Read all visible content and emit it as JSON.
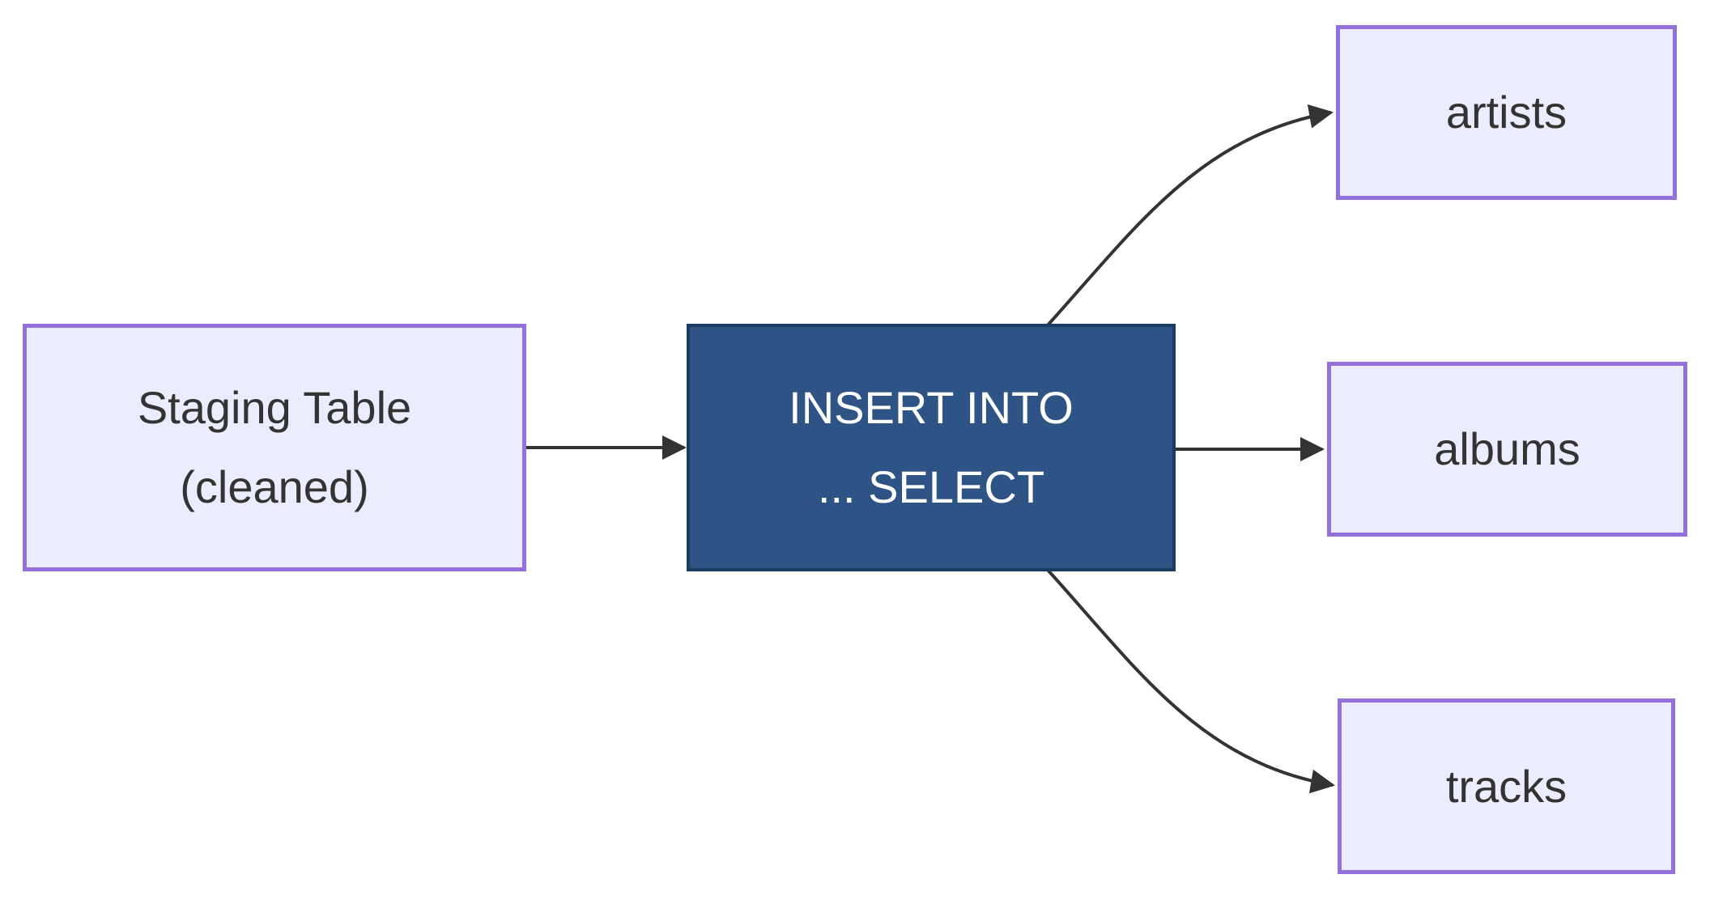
{
  "diagram": {
    "type": "flowchart",
    "direction": "left-to-right",
    "colors": {
      "background": "#ffffff",
      "node_fill": "#ececff",
      "node_border": "#9370db",
      "node_text": "#333333",
      "highlight_node_fill": "#2d5484",
      "highlight_node_border": "#1b3c61",
      "highlight_node_text": "#ffffff",
      "edge": "#333333"
    },
    "nodes": {
      "staging": {
        "lines": [
          "Staging Table",
          "(cleaned)"
        ]
      },
      "insert_select": {
        "lines": [
          "INSERT INTO",
          "... SELECT"
        ]
      },
      "artists": {
        "label": "artists"
      },
      "albums": {
        "label": "albums"
      },
      "tracks": {
        "label": "tracks"
      }
    },
    "edges": [
      {
        "from": "staging",
        "to": "insert_select",
        "style": "straight-arrow"
      },
      {
        "from": "insert_select",
        "to": "artists",
        "style": "curved-arrow"
      },
      {
        "from": "insert_select",
        "to": "albums",
        "style": "straight-arrow"
      },
      {
        "from": "insert_select",
        "to": "tracks",
        "style": "curved-arrow"
      }
    ]
  }
}
